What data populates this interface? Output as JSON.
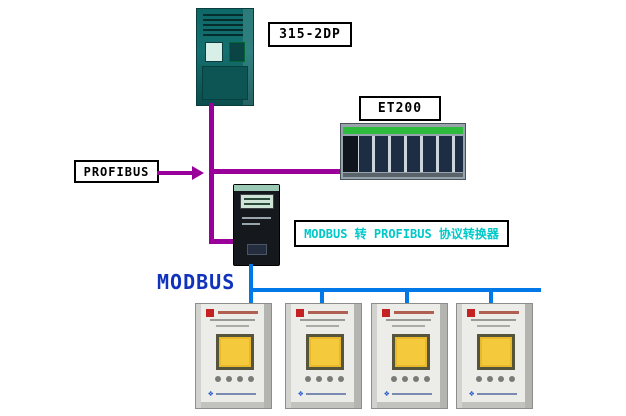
{
  "labels": {
    "plc": "315-2DP",
    "et200": "ET200",
    "profibus": "PROFIBUS",
    "gateway": "MODBUS 转 PROFIBUS 协议转换器",
    "modbus": "MODBUS"
  },
  "colors": {
    "profibus_line": "#990099",
    "modbus_line": "#0078e8",
    "gateway_label_text": "#00c8c8",
    "modbus_label_text": "#1133bb",
    "label_border": "#000000",
    "relay_screen": "#f4c93c"
  },
  "devices": {
    "relay_count": 4
  }
}
